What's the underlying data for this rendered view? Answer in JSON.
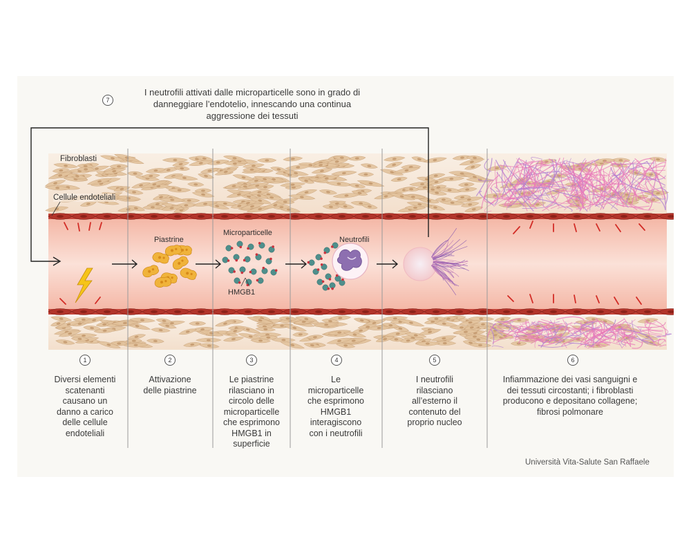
{
  "feedback": {
    "number": "7",
    "text_lines": [
      "I neutrofili attivati dalle microparticelle sono in grado di",
      "danneggiare l’endotelio, innescando una continua",
      "aggressione dei tessuti"
    ]
  },
  "labels": {
    "fibroblasts": "Fibroblasti",
    "endothelial_cells": "Cellule endoteliali",
    "platelets": "Piastrine",
    "microparticles": "Microparticelle",
    "hmgb1": "HMGB1",
    "neutrophils": "Neutrofili"
  },
  "steps": [
    {
      "number": "1",
      "lines": [
        "Diversi elementi",
        "scatenanti",
        "causano un",
        "danno a carico",
        "delle cellule",
        "endoteliali"
      ]
    },
    {
      "number": "2",
      "lines": [
        "Attivazione",
        "delle piastrine"
      ]
    },
    {
      "number": "3",
      "lines": [
        "Le piastrine",
        "rilasciano in",
        "circolo delle",
        "microparticelle",
        "che esprimono",
        "HMGB1 in",
        "superficie"
      ]
    },
    {
      "number": "4",
      "lines": [
        "Le",
        "microparticelle",
        "che esprimono",
        "HMGB1",
        "interagiscono",
        "con i neutrofili"
      ]
    },
    {
      "number": "5",
      "lines": [
        "I neutrofili",
        "rilasciano",
        "all’esterno il",
        "contenuto del",
        "proprio nucleo"
      ]
    },
    {
      "number": "6",
      "lines": [
        "Infiammazione dei vasi sanguigni e",
        "dei tessuti circostanti; i fibroblasti",
        "producono e depositano collagene;",
        "fibrosi polmonare"
      ]
    }
  ],
  "credit": "Università Vita-Salute San Raffaele",
  "colors": {
    "vessel_lumen": "#f5c6b6",
    "vessel_wall": "#b83428",
    "fibroblast": "#e3c39d",
    "platelet": "#f0b33a",
    "microparticle": "#4f8f8c",
    "hmgb1_dot": "#c8343f",
    "neutrophil_nucleus": "#8d6fb0",
    "collagen": "#e879b8",
    "damage_mark": "#d22c26",
    "lightning": "#f6c419"
  },
  "icons": [
    "lightning-icon",
    "arrow-right-icon"
  ]
}
